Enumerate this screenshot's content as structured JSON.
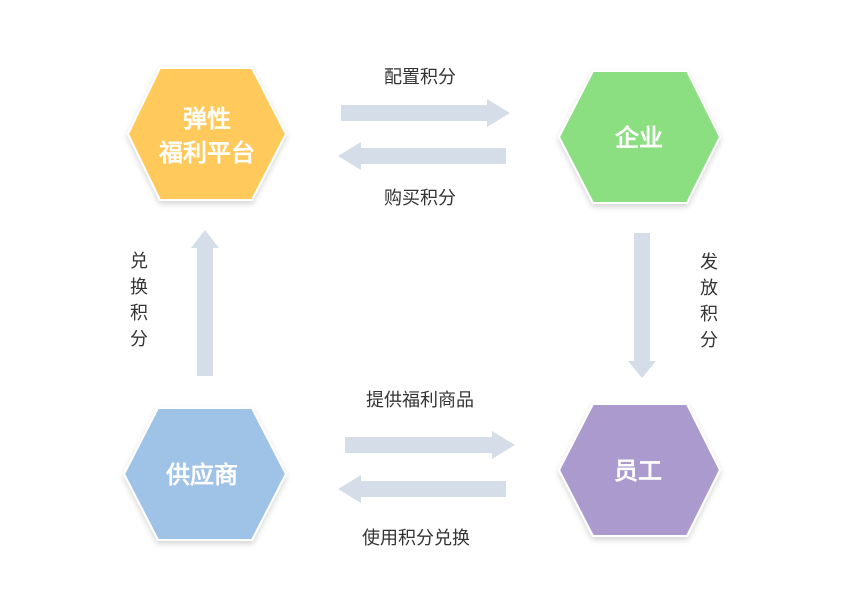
{
  "nodes": {
    "platform": {
      "line1": "弹性",
      "line2": "福利平台",
      "color": "#FFC95C"
    },
    "enterprise": {
      "label": "企业",
      "color": "#8BDF80"
    },
    "supplier": {
      "label": "供应商",
      "color": "#9FC3E7"
    },
    "employee": {
      "label": "员工",
      "color": "#AB9ACD"
    }
  },
  "edges": {
    "configure_points": "配置积分",
    "purchase_points": "购买积分",
    "issue_points": [
      "发",
      "放",
      "积",
      "分"
    ],
    "exchange_points": [
      "兑",
      "换",
      "积",
      "分"
    ],
    "provide_goods": "提供福利商品",
    "use_points_exchange": "使用积分兑换"
  },
  "colors": {
    "arrow": "#D5DDE8",
    "hex_text": "#FFFFFF",
    "label_text": "#333333"
  }
}
